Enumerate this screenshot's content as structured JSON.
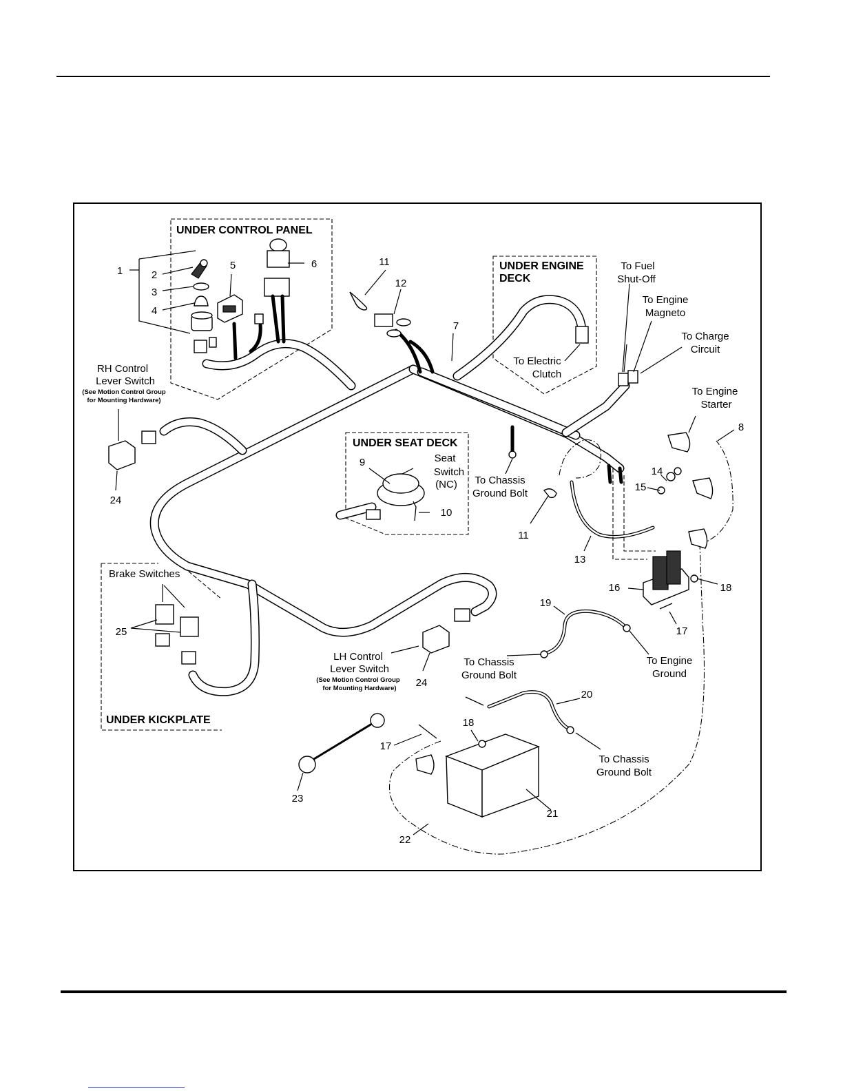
{
  "sections": {
    "control_panel": "UNDER CONTROL PANEL",
    "engine_deck": [
      "UNDER ENGINE",
      "DECK"
    ],
    "seat_deck": "UNDER SEAT DECK",
    "kickplate": "UNDER KICKPLATE"
  },
  "labels": {
    "rh_control": [
      "RH Control",
      "Lever Switch"
    ],
    "rh_note": [
      "(See Motion Control Group",
      "for Mounting Hardware)"
    ],
    "lh_control": [
      "LH Control",
      "Lever Switch"
    ],
    "lh_note": [
      "(See Motion Control Group",
      "for Mounting Hardware)"
    ],
    "brake_switches": "Brake Switches",
    "seat_switch": [
      "Seat",
      "Switch",
      "(NC)"
    ],
    "fuel_shutoff": [
      "To Fuel",
      "Shut-Off"
    ],
    "engine_magneto": [
      "To Engine",
      "Magneto"
    ],
    "charge_circuit": [
      "To Charge",
      "Circuit"
    ],
    "electric_clutch": [
      "To Electric",
      "Clutch"
    ],
    "engine_starter": [
      "To Engine",
      "Starter"
    ],
    "chassis_ground_1": [
      "To Chassis",
      "Ground Bolt"
    ],
    "chassis_ground_2": [
      "To Chassis",
      "Ground Bolt"
    ],
    "chassis_ground_3": [
      "To Chassis",
      "Ground Bolt"
    ],
    "engine_ground": [
      "To Engine",
      "Ground"
    ]
  },
  "callouts": {
    "n1": "1",
    "n2": "2",
    "n3": "3",
    "n4": "4",
    "n5": "5",
    "n6": "6",
    "n7": "7",
    "n8": "8",
    "n9": "9",
    "n10": "10",
    "n11a": "11",
    "n11b": "11",
    "n12": "12",
    "n13": "13",
    "n14": "14",
    "n15": "15",
    "n16": "16",
    "n17a": "17",
    "n17b": "17",
    "n18a": "18",
    "n18b": "18",
    "n19": "19",
    "n20": "20",
    "n21": "21",
    "n22": "22",
    "n23": "23",
    "n24a": "24",
    "n24b": "24",
    "n25": "25"
  }
}
